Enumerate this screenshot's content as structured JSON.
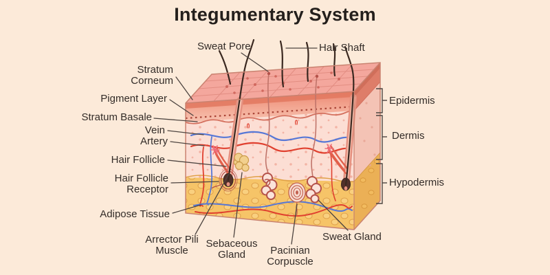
{
  "title": "Integumentary System",
  "labels": {
    "sweat_pore": "Sweat Pore",
    "hair_shaft": "Hair Shaft",
    "stratum_corneum": "Stratum Corneum",
    "pigment_layer": "Pigment Layer",
    "stratum_basale": "Stratum Basale",
    "vein": "Vein",
    "artery": "Artery",
    "hair_follicle": "Hair Follicle",
    "hair_follicle_receptor": "Hair Follicle Receptor",
    "adipose_tissue": "Adipose Tissue",
    "epidermis": "Epidermis",
    "dermis": "Dermis",
    "hypodermis": "Hypodermis",
    "arrector_pili_muscle": "Arrector Pili Muscle",
    "sebaceous_gland": "Sebaceous Gland",
    "pacinian_corpuscle": "Pacinian Corpuscle",
    "sweat_gland": "Sweat Gland"
  },
  "colors": {
    "background": "#fcead9",
    "title_text": "#241f1c",
    "label_text": "#332c28",
    "leader_line": "#4d4440",
    "epidermis": "#ea8470",
    "dermis": "#fcded4",
    "hypodermis": "#f6c468",
    "top_surface": "#f4a79d",
    "hair": "#3a2820",
    "artery": "#e0402f",
    "vein": "#5677d6",
    "gland": "#b5524a"
  }
}
